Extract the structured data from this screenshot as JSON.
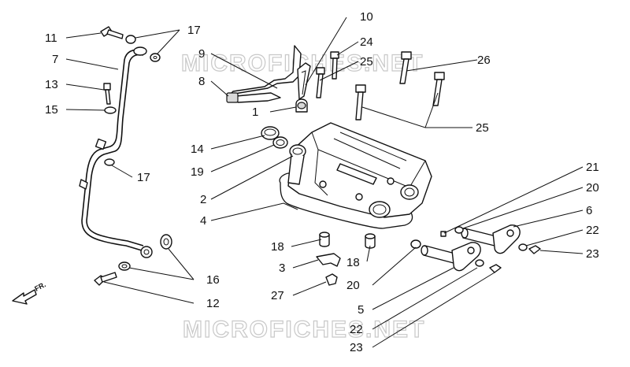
{
  "watermark": {
    "top": "MICROFICHES.NET",
    "bottom": "MICROFICHES.NET"
  },
  "direction_label": "FR.",
  "part_labels": [
    "1",
    "2",
    "3",
    "4",
    "5",
    "6",
    "7",
    "8",
    "9",
    "10",
    "11",
    "12",
    "13",
    "14",
    "15",
    "16",
    "17",
    "17",
    "18",
    "18",
    "19",
    "20",
    "20",
    "21",
    "22",
    "22",
    "23",
    "23",
    "24",
    "25",
    "25",
    "26",
    "27"
  ]
}
